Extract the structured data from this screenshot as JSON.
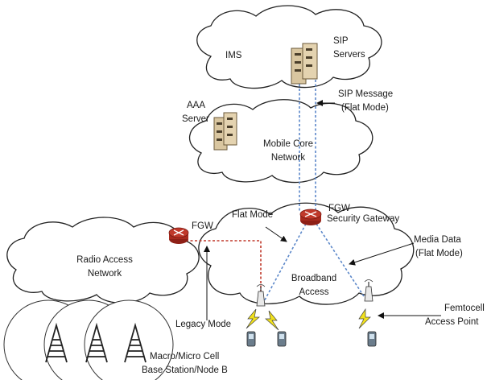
{
  "labels": {
    "ims": "IMS",
    "sip_servers_1": "SIP",
    "sip_servers_2": "Servers",
    "sip_message_1": "SIP Message",
    "sip_message_2": "(Flat Mode)",
    "aaa_1": "AAA",
    "aaa_2": "Server",
    "mobile_core_1": "Mobile Core",
    "mobile_core_2": "Network",
    "fgw_top": "FGW",
    "security_gateway": "Security Gateway",
    "flat_mode": "Flat Mode",
    "fgw_left": "FGW",
    "radio_access_1": "Radio Access",
    "radio_access_2": "Network",
    "broadband_1": "Broadband",
    "broadband_2": "Access",
    "media_data_1": "Media Data",
    "media_data_2": "(Flat Mode)",
    "femtocell_1": "Femtocell",
    "femtocell_2": "Access Point",
    "legacy_mode": "Legacy Mode",
    "macro_1": "Macro/Micro Cell",
    "macro_2": "Base Station/Node B"
  },
  "colors": {
    "flat_path": "#5b87c9",
    "legacy_path": "#c0392b",
    "router": "#c0392b",
    "server": "#d9c6a0"
  },
  "icons": [
    "server-rack-icon",
    "router-icon",
    "femtocell-antenna-icon",
    "cell-tower-icon",
    "mobile-phone-icon",
    "lightning-icon"
  ]
}
